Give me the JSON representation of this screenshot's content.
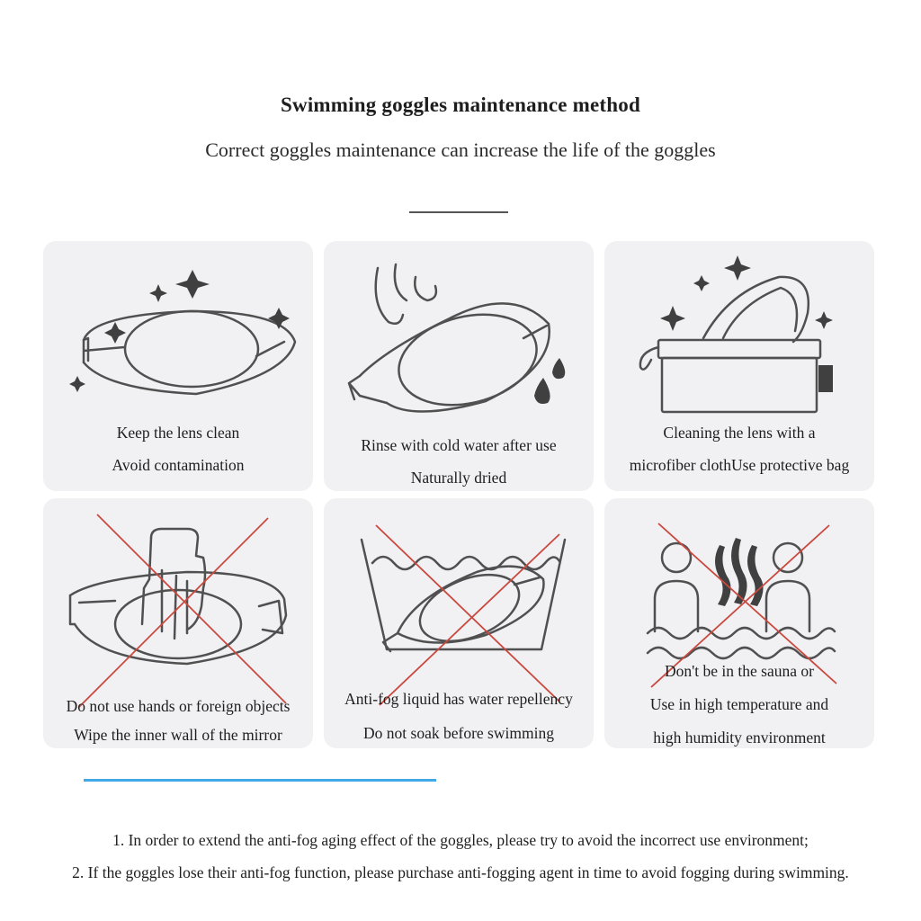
{
  "header": {
    "title": "Swimming goggles maintenance method",
    "subtitle": "Correct goggles maintenance can increase the life of the goggles"
  },
  "tips": [
    {
      "icon": "goggles-sparkle-icon",
      "lines": [
        "Keep the lens clean",
        "Avoid contamination"
      ]
    },
    {
      "icon": "goggles-rinse-icon",
      "lines": [
        "Rinse with cold water after use",
        "Naturally dried"
      ]
    },
    {
      "icon": "goggles-bag-icon",
      "lines": [
        "Cleaning the lens with a",
        "microfiber clothUse protective bag"
      ]
    },
    {
      "icon": "no-hand-touch-icon",
      "lines": [
        "Do not use hands or foreign objects",
        "Wipe the inner wall of the mirror"
      ]
    },
    {
      "icon": "no-soak-icon",
      "lines": [
        "Anti-fog liquid has water repellency",
        "Do not soak before swimming"
      ]
    },
    {
      "icon": "no-sauna-icon",
      "lines": [
        "Don't be in the sauna or",
        "Use in high temperature and",
        "high humidity environment"
      ]
    }
  ],
  "notes": [
    "1. In order to extend the anti-fog aging effect of the goggles, please try to avoid the incorrect use environment;",
    "2. If the goggles lose their anti-fog function, please purchase anti-fogging agent in time to avoid fogging during swimming."
  ],
  "colors": {
    "card_bg": "#f1f1f3",
    "accent_line": "#41a9e6",
    "cross": "#c9483f",
    "icon": "#505050"
  }
}
